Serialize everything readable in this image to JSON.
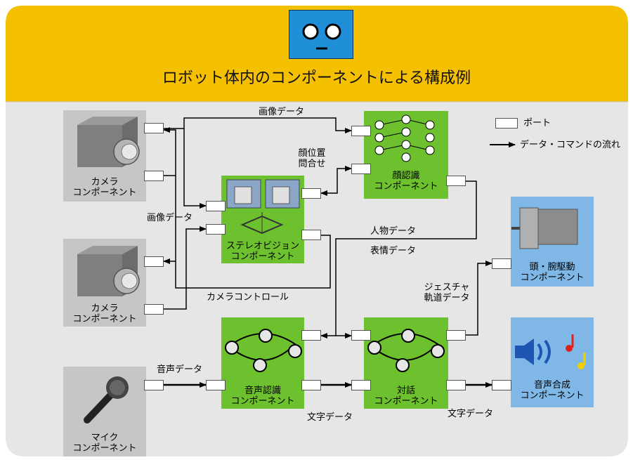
{
  "title": "ロボット体内のコンポーネントによる構成例",
  "colors": {
    "header": "#f5c000",
    "panel": "#e6e6e6",
    "camera_box": "#c6c6c6",
    "component_box": "#6dc12e",
    "output_box": "#7fb8e6",
    "robot_face": "#1f8fd8"
  },
  "legend": {
    "port": "ポート",
    "flow": "データ・コマンドの流れ"
  },
  "components": {
    "camera1": [
      "カメラ",
      "コンポーネント"
    ],
    "camera2": [
      "カメラ",
      "コンポーネント"
    ],
    "mic": [
      "マイク",
      "コンポーネント"
    ],
    "stereo": [
      "ステレオビジョン",
      "コンポーネント"
    ],
    "face": [
      "顔認識",
      "コンポーネント"
    ],
    "speech_rec": [
      "音声認識",
      "コンポーネント"
    ],
    "dialog": [
      "対話",
      "コンポーネント"
    ],
    "head_arm": [
      "頭・腕駆動",
      "コンポーネント"
    ],
    "speech_syn": [
      "音声合成",
      "コンポーネント"
    ]
  },
  "flows": {
    "image_data_top": "画像データ",
    "face_pos_query": [
      "顔位置",
      "問合せ"
    ],
    "image_data_left": "画像データ",
    "person_data": "人物データ",
    "expression_data": "表情データ",
    "gesture": [
      "ジェスチャ",
      "軌道データ"
    ],
    "camera_control": "カメラコントロール",
    "voice_data": "音声データ",
    "text_data_1": "文字データ",
    "text_data_2": "文字データ"
  },
  "icons": [
    "robot-face-icon",
    "camera-icon",
    "microphone-icon",
    "neural-net-icon",
    "state-machine-icon",
    "cube-icon",
    "motor-icon",
    "speaker-icon",
    "music-note-icon"
  ]
}
